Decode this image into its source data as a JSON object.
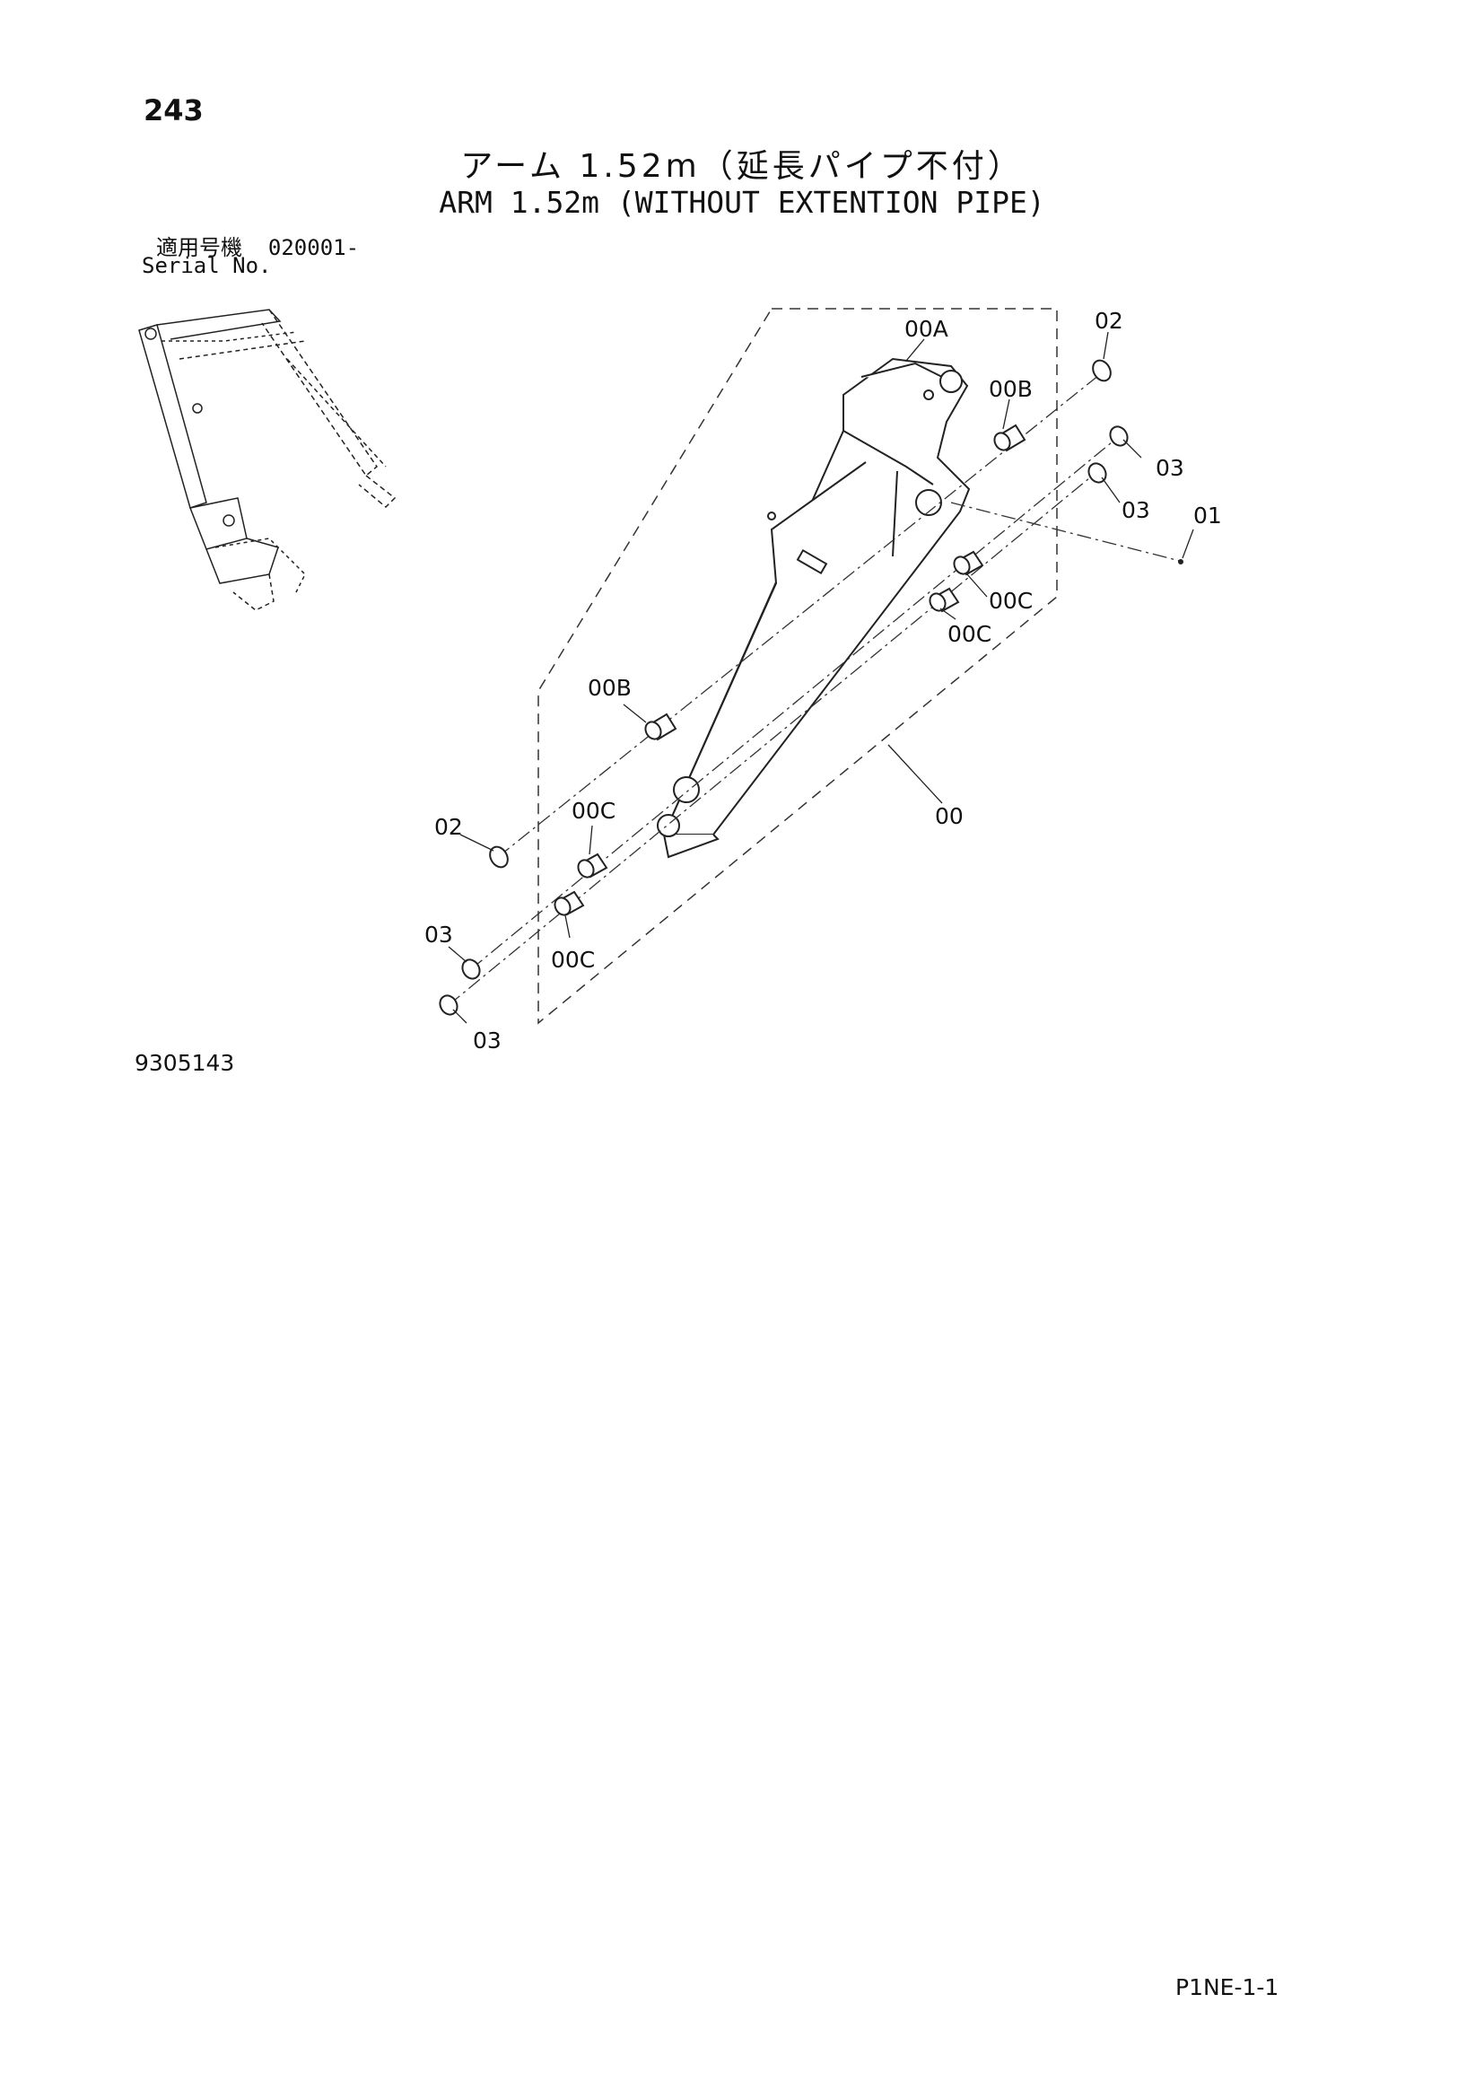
{
  "page_number": "243",
  "title_jp": "アーム 1.52m（延長パイプ不付）",
  "title_en": "ARM 1.52m (WITHOUT EXTENTION PIPE)",
  "serial": {
    "label_jp": "適用号機",
    "value": "020001-",
    "label_en": "Serial No."
  },
  "drawing_number": "9305143",
  "page_code": "P1NE-1-1",
  "callouts": {
    "arm_assembly": "00",
    "arm": "00A",
    "bushing_b": "00B",
    "bushing_c": "00C",
    "pin": "01",
    "ring": "02",
    "shim": "03"
  }
}
